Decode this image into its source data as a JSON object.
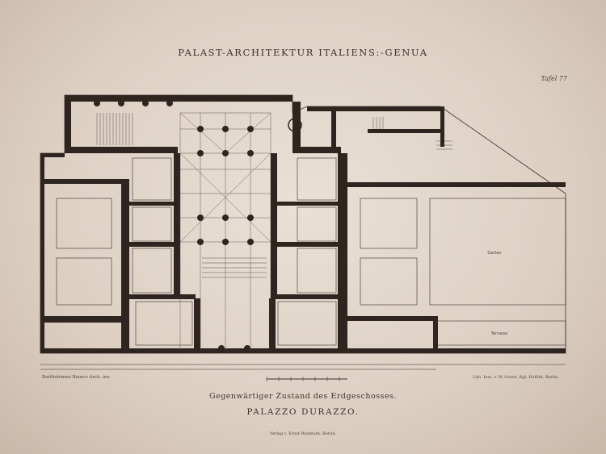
{
  "header": {
    "title": "PALAST-ARCHITEKTUR ITALIENS:-GENUA",
    "plate": "Tafel 77"
  },
  "credits": {
    "architect": "Bartholomeo Bianco Arch. inv.",
    "lithographer": "Lith. Inst. v. W. Greve, Kgl. Hoflith. Berlin."
  },
  "captions": {
    "subtitle": "Gegenwärtiger Zustand des Erdgeschosses.",
    "building": "PALAZZO DURAZZO.",
    "publisher": "Verlag v. Ernst Wasmuth. Berlin."
  },
  "plan_labels": {
    "garden": "Garten",
    "terrace": "Terrasse"
  },
  "colors": {
    "ink": "#2b221e",
    "paper": "#e6ddd2",
    "wall": "#2e2420"
  }
}
